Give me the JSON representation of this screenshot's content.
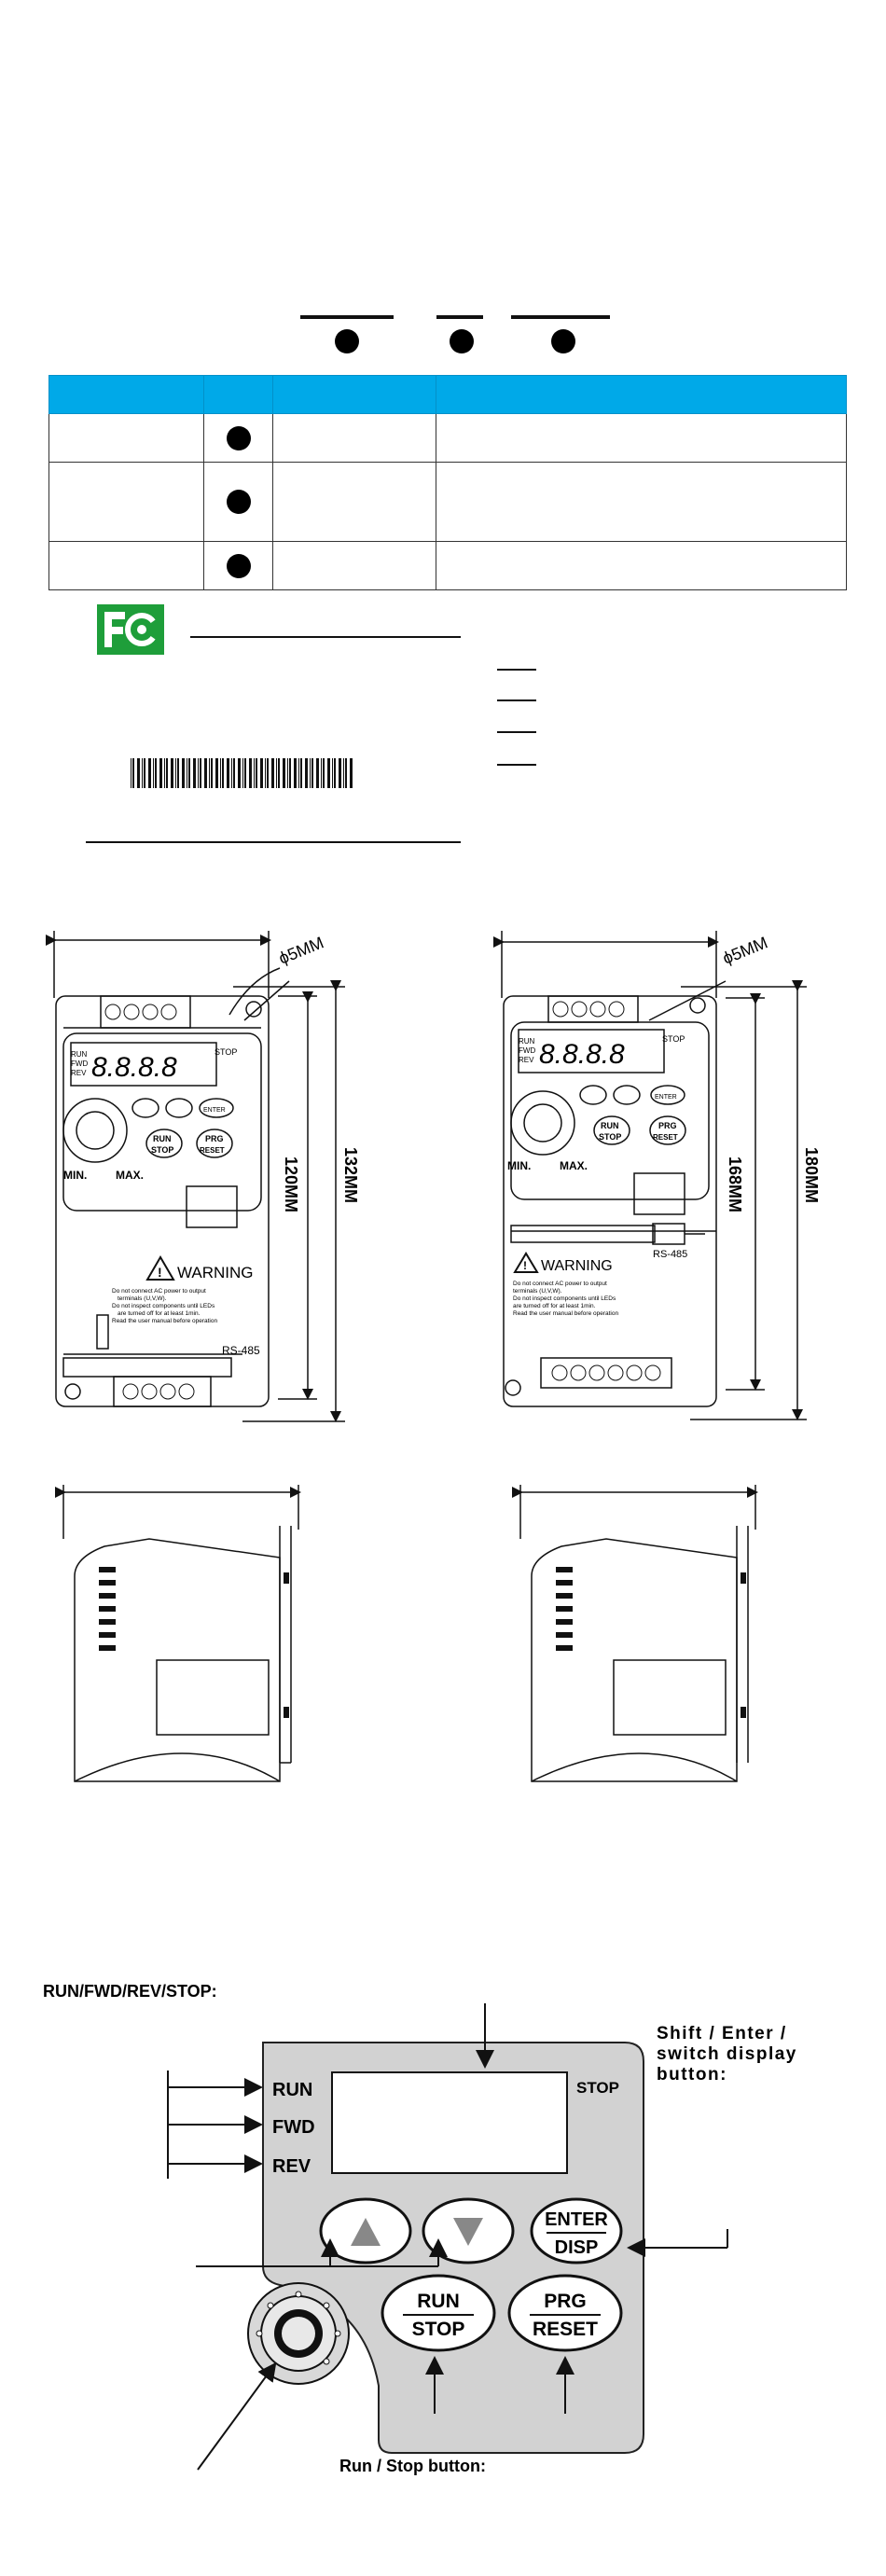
{
  "model_code": {
    "segments": 3
  },
  "spec_table": {
    "rows": 3
  },
  "logo": {
    "text": "FC",
    "color": "#1e9e3a"
  },
  "colors": {
    "header": "#00a9e8",
    "panel": "#d2d2d2"
  },
  "barcode": {
    "bars": 60
  },
  "drawings": {
    "small": {
      "diameter": "ϕ5MM",
      "inner_height": "120MM",
      "outer_height": "132MM"
    },
    "large": {
      "diameter": "ϕ5MM",
      "inner_height": "168MM",
      "outer_height": "180MM"
    },
    "front_labels": {
      "run": "RUN",
      "fwd": "FWD",
      "rev": "REV",
      "stop": "STOP",
      "display": "8.8.8.8",
      "enter": "ENTER",
      "run_btn": "RUN",
      "stop_btn": "STOP",
      "prg": "PRG",
      "reset": "RESET",
      "min": "MIN.",
      "max": "MAX.",
      "warning": "WARNING",
      "rs485": "RS-485",
      "warn_lines": [
        "Do not connect AC power to output",
        "terminals (U,V,W).",
        "Do not inspect components until LEDs",
        "are turned off for at least 1min.",
        "Read the user manual before operation"
      ]
    }
  },
  "keypad": {
    "section_title": "RUN/FWD/REV/STOP:",
    "run": "RUN",
    "fwd": "FWD",
    "rev": "REV",
    "stop": "STOP",
    "enter": "ENTER",
    "disp": "DISP",
    "run_btn": "RUN",
    "stop_btn": "STOP",
    "prg": "PRG",
    "reset": "RESET",
    "shift_caption_1": "Shift / Enter /",
    "shift_caption_2": "switch display",
    "shift_caption_3": "button:",
    "run_stop_caption": "Run / Stop button:"
  }
}
